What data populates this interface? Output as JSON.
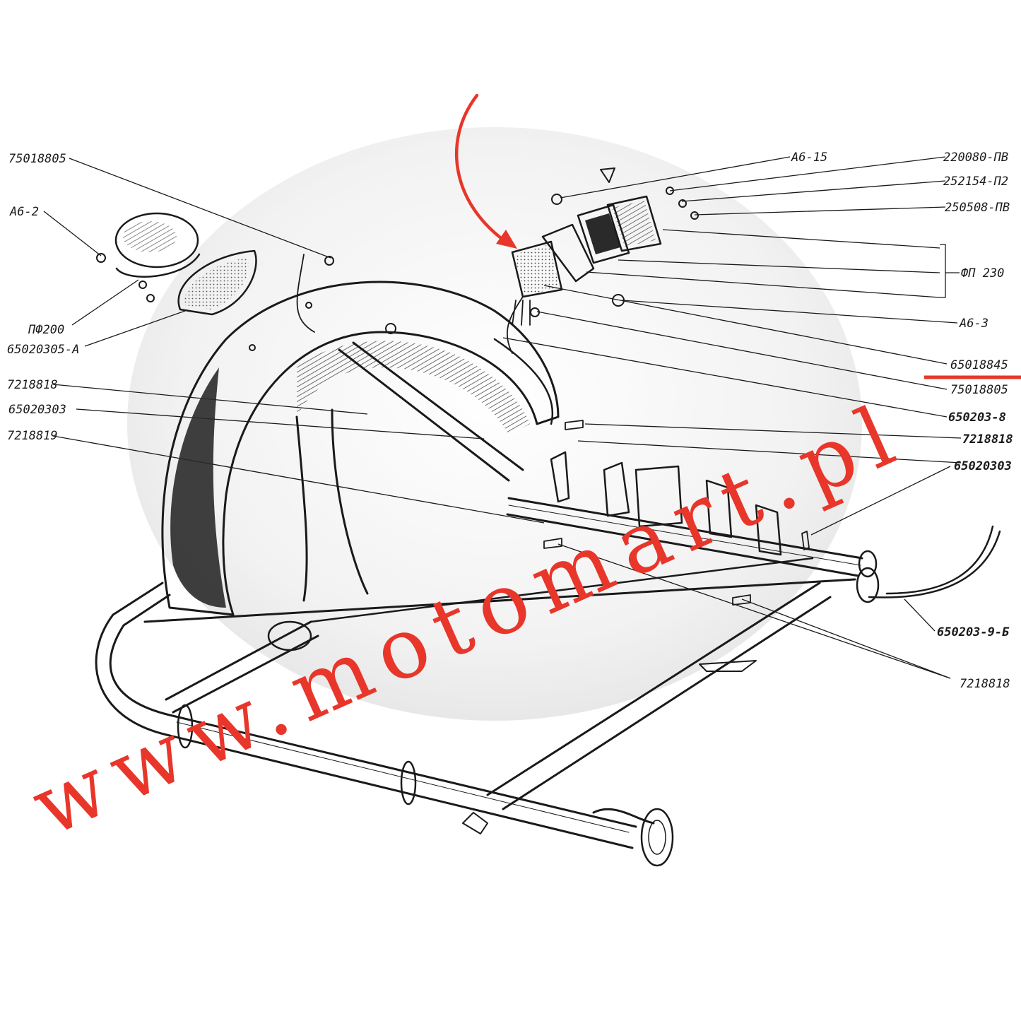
{
  "labels": {
    "left": [
      {
        "id": "l1",
        "text": "75018805"
      },
      {
        "id": "l2",
        "text": "A6-2"
      },
      {
        "id": "l3",
        "text": "ПФ200"
      },
      {
        "id": "l4",
        "text": "65020305-A"
      },
      {
        "id": "l5",
        "text": "7218818"
      },
      {
        "id": "l6",
        "text": "65020303"
      },
      {
        "id": "l7",
        "text": "7218819"
      }
    ],
    "right": [
      {
        "id": "r1",
        "text": "A6-15"
      },
      {
        "id": "r2",
        "text": "220080-ПВ"
      },
      {
        "id": "r3",
        "text": "252154-П2"
      },
      {
        "id": "r4",
        "text": "250508-ПВ"
      },
      {
        "id": "r5",
        "text": "ФП 230"
      },
      {
        "id": "r6",
        "text": "A6-3"
      },
      {
        "id": "r7",
        "text": "65018845"
      },
      {
        "id": "r8",
        "text": "75018805"
      },
      {
        "id": "r9",
        "text": "650203-8"
      },
      {
        "id": "r10",
        "text": "7218818"
      },
      {
        "id": "r11",
        "text": "65020303"
      },
      {
        "id": "r12",
        "text": "650203-9-Б"
      },
      {
        "id": "r13",
        "text": "7218818"
      }
    ]
  },
  "watermark": "www.motomart.pl",
  "colors": {
    "ink": "#1a1a1a",
    "highlight": "#e8362a"
  },
  "highlight": {
    "marked_label": "65018845"
  }
}
